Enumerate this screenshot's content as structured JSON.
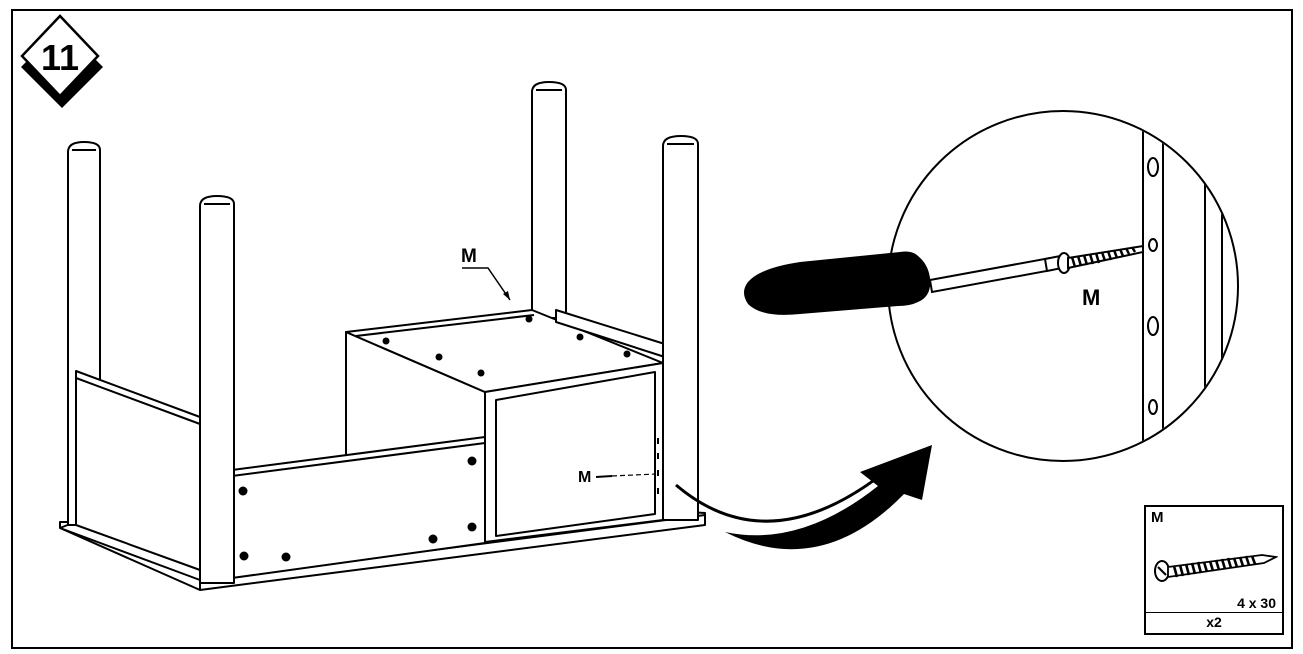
{
  "step": {
    "number": "11"
  },
  "main_view": {
    "screw_label": "M",
    "side_screw_label": "M"
  },
  "detail_view": {
    "screw_label": "M"
  },
  "parts": {
    "code": "M",
    "size": "4 x 30",
    "quantity": "x2"
  }
}
